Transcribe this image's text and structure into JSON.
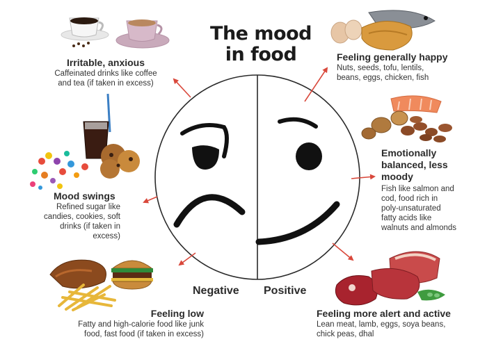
{
  "title_line1": "The mood",
  "title_line2": "in food",
  "axis": {
    "negative": "Negative",
    "positive": "Positive"
  },
  "moods": {
    "irritable": {
      "heading": "Irritable, anxious",
      "desc_lines": [
        "Caffeinated drinks like coffee",
        "and tea (if taken in excess)"
      ]
    },
    "swings": {
      "heading": "Mood swings",
      "desc_lines": [
        "Refined sugar like",
        "candies, cookies, soft",
        "drinks (if taken in",
        "excess)"
      ]
    },
    "low": {
      "heading": "Feeling low",
      "desc_lines": [
        "Fatty and high-calorie food like junk",
        "food, fast food (if taken in excess)"
      ]
    },
    "happy": {
      "heading": "Feeling generally happy",
      "desc_lines": [
        "Nuts, seeds, tofu, lentils,",
        "beans, eggs, chicken, fish"
      ]
    },
    "balanced": {
      "heading_lines": [
        "Emotionally",
        "balanced, less",
        "moody"
      ],
      "desc_lines": [
        "Fish like salmon and",
        "cod, food rich in",
        "poly-unsaturated",
        "fatty acids like",
        "walnuts and almonds"
      ]
    },
    "alert": {
      "heading": "Feeling more alert and active",
      "desc_lines": [
        "Lean meat, lamb, eggs, soya beans,",
        "chick peas, dhal"
      ]
    }
  },
  "colors": {
    "arrow": "#d9483b",
    "outline": "#2a2a2a",
    "text": "#222222"
  }
}
